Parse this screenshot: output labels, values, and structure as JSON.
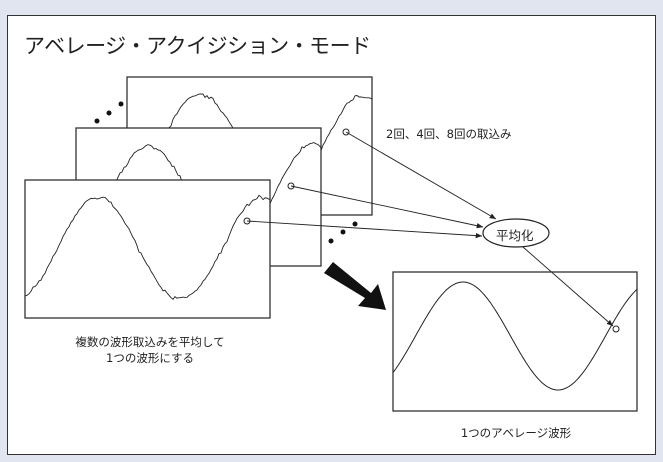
{
  "title": "アベレージ・アクイジション・モード",
  "labels": {
    "acquisition_count": "2回、4回、8回の取込み",
    "averaging": "平均化",
    "multi_description_line1": "複数の波形取込みを平均して",
    "multi_description_line2": "1つの波形にする",
    "result": "1つのアベレージ波形"
  },
  "colors": {
    "background": "#e1e5ef",
    "panel": "#ffffff",
    "line": "#222222"
  }
}
